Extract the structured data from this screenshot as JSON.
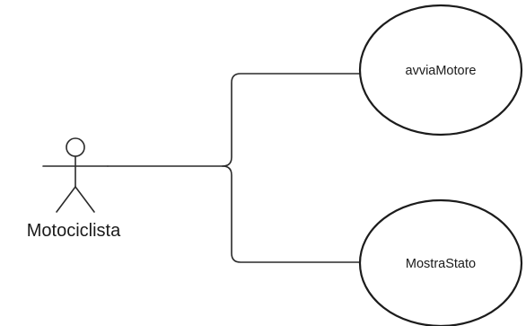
{
  "actor": {
    "name": "Motociclista"
  },
  "use_cases": [
    {
      "label": "avviaMotore"
    },
    {
      "label": "MostraStato"
    }
  ]
}
